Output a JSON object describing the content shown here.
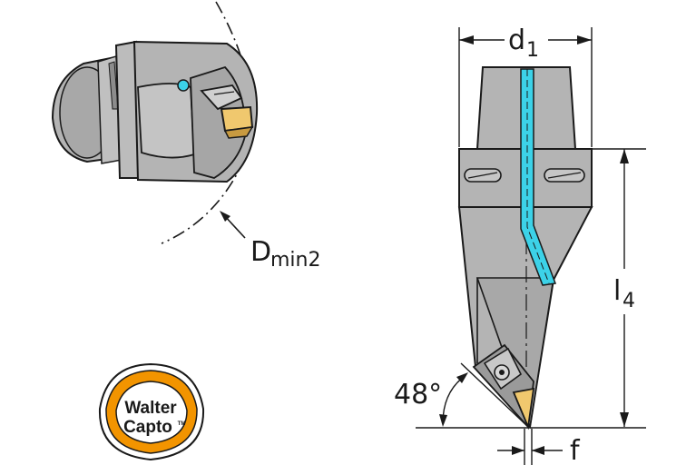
{
  "labels": {
    "d1_main": "d",
    "d1_sub": "1",
    "l4_main": "l",
    "l4_sub": "4",
    "f": "f",
    "angle": "48°",
    "dmin_main": "D",
    "dmin_sub": "min2"
  },
  "logo": {
    "line1": "Walter",
    "line2": "Capto",
    "tm": "TM"
  },
  "colors": {
    "body": "#b4b4b4",
    "body_dark": "#8c8c8c",
    "coolant": "#3cd2e8",
    "insert": "#f0c86e",
    "logo_ring": "#f29400",
    "outline": "#1a1a1a"
  }
}
